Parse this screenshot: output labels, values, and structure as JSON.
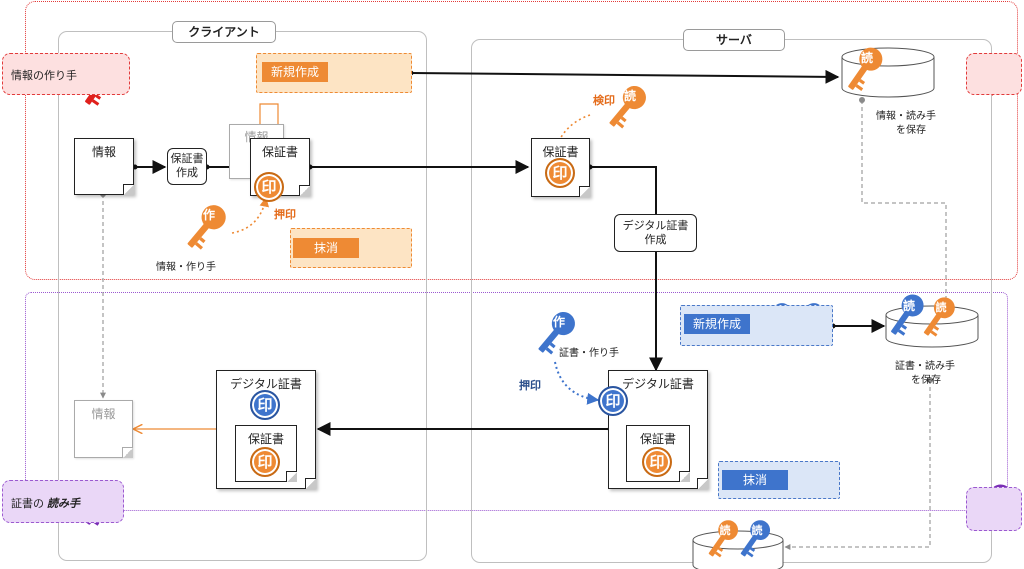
{
  "colors": {
    "orange": "#ee8a34",
    "blue": "#3e74cc",
    "red": "#e0201c",
    "purple": "#7a2fb5"
  },
  "panels": {
    "client_title": "クライアント",
    "server_title": "サーバ"
  },
  "tags": {
    "info_creator": "情報の作り手",
    "cert_reader_prefix": "証書の",
    "cert_reader_emph": "読み手"
  },
  "key_glyphs": {
    "make": "作",
    "read": "読"
  },
  "stamp_glyph": "印",
  "client": {
    "info_doc": "情報",
    "info_doc_faded_top": "情報",
    "make_cert_process": [
      "保証書",
      "作成"
    ],
    "cert_doc": "保証書",
    "stamp_action": "押印",
    "key_label": "情報・作り手",
    "new_label": "新規作成",
    "revoke_label": "抹消",
    "info_doc_lower": "情報",
    "digital_cert_doc": "デジタル証書",
    "inner_cert_doc": "保証書"
  },
  "server": {
    "verify_action": "検印",
    "cert_doc": "保証書",
    "db_top_label": [
      "情報・読み手",
      "を保存"
    ],
    "digital_process": [
      "デジタル証書",
      "作成"
    ],
    "new_label": "新規作成",
    "db_mid_label": [
      "証書・読み手",
      "を保存"
    ],
    "cert_key_label": "証書・作り手",
    "stamp_action": "押印",
    "digital_cert_doc": "デジタル証書",
    "inner_cert_doc": "保証書",
    "revoke_label": "抹消"
  }
}
